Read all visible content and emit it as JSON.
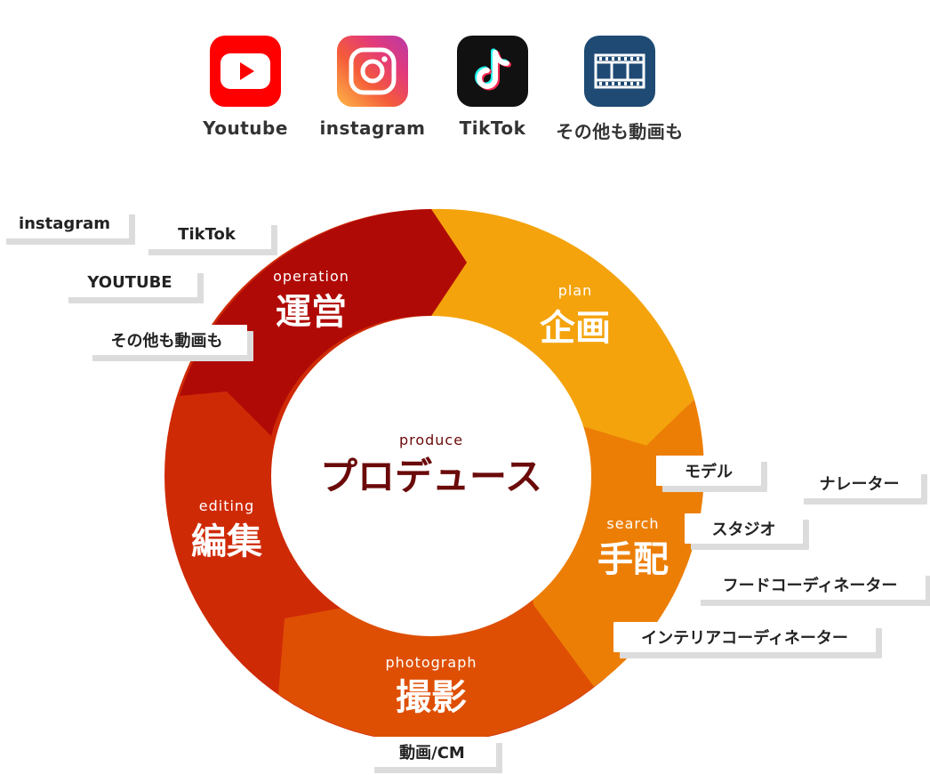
{
  "platforms": [
    {
      "label": "Youtube",
      "icon": "youtube-icon",
      "color": "#ff0000"
    },
    {
      "label": "instagram",
      "icon": "instagram-icon",
      "color": "#e1306c"
    },
    {
      "label": "TikTok",
      "icon": "tiktok-icon",
      "color": "#111111"
    },
    {
      "label": "その他も動画も",
      "icon": "film-icon",
      "color": "#1e4a73"
    }
  ],
  "center": {
    "small": "produce",
    "large": "プロデュース",
    "color": "#6b0a0a"
  },
  "stages": [
    {
      "key": "operation",
      "small": "operation",
      "large": "運営",
      "color": "#b00a06"
    },
    {
      "key": "plan",
      "small": "plan",
      "large": "企画",
      "color": "#f4a30c"
    },
    {
      "key": "search",
      "small": "search",
      "large": "手配",
      "color": "#ec7e06"
    },
    {
      "key": "photograph",
      "small": "photograph",
      "large": "撮影",
      "color": "#de4f04"
    },
    {
      "key": "editing",
      "small": "editing",
      "large": "編集",
      "color": "#cf2a06"
    }
  ],
  "tags": {
    "operation": [
      "instagram",
      "TikTok",
      "YOUTUBE",
      "その他も動画も"
    ],
    "search": [
      "モデル",
      "ナレーター",
      "スタジオ",
      "フードコーディネーター",
      "インテリアコーディネーター"
    ],
    "photograph": [
      "動画/CM"
    ]
  }
}
